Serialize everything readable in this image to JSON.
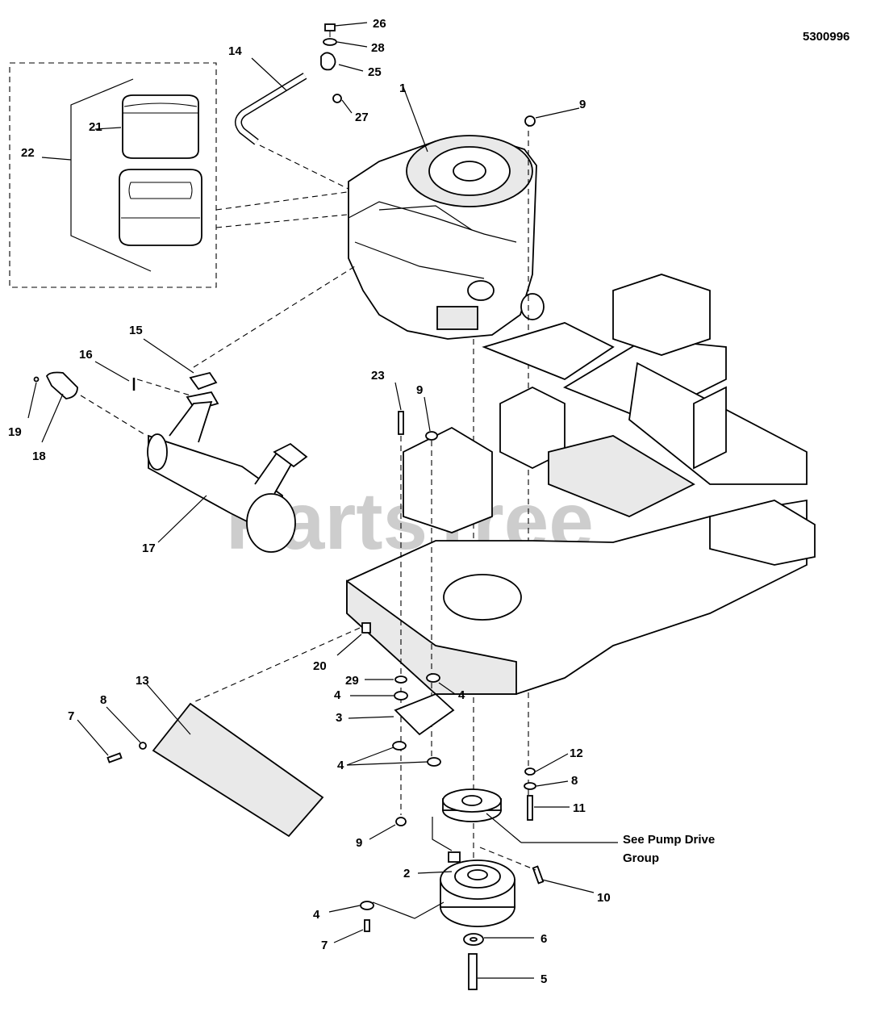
{
  "document_id": "5300996",
  "watermark": {
    "text": "PartsTree",
    "trademark": "™"
  },
  "note": {
    "line1": "See Pump Drive",
    "line2": "Group"
  },
  "callouts": {
    "c1": "1",
    "c2": "2",
    "c3": "3",
    "c4a": "4",
    "c4b": "4",
    "c4c": "4",
    "c4d": "4",
    "c5": "5",
    "c6": "6",
    "c7a": "7",
    "c7b": "7",
    "c8a": "8",
    "c8b": "8",
    "c9a": "9",
    "c9b": "9",
    "c9c": "9",
    "c10": "10",
    "c11": "11",
    "c12": "12",
    "c13": "13",
    "c14": "14",
    "c15": "15",
    "c16": "16",
    "c17": "17",
    "c18": "18",
    "c19": "19",
    "c20": "20",
    "c21": "21",
    "c22": "22",
    "c23": "23",
    "c25": "25",
    "c26": "26",
    "c27": "27",
    "c28": "28",
    "c29": "29"
  }
}
